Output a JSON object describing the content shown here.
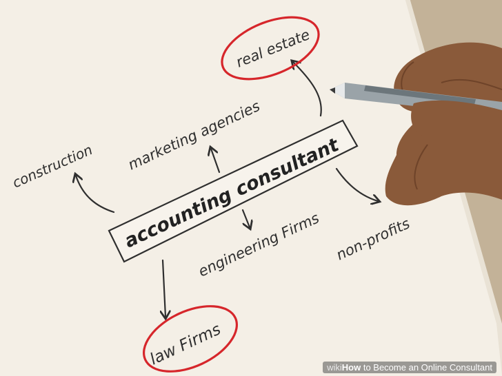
{
  "diagram": {
    "center_label": "accounting consultant",
    "branches": [
      {
        "id": "real-estate",
        "label": "real estate",
        "circled": true
      },
      {
        "id": "marketing-agencies",
        "label": "marketing agencies",
        "circled": false
      },
      {
        "id": "construction",
        "label": "construction",
        "circled": false
      },
      {
        "id": "engineering-firms",
        "label": "engineering Firms",
        "circled": false
      },
      {
        "id": "non-profits",
        "label": "non-profits",
        "circled": false
      },
      {
        "id": "law-firms",
        "label": "law Firms",
        "circled": true
      }
    ]
  },
  "watermark": {
    "prefix": "wiki",
    "bold": "How",
    "suffix": " to Become an Online Consultant"
  },
  "colors": {
    "background": "#c9b9a0",
    "paper": "#f4efe6",
    "ink": "#2f2f2f",
    "circle": "#d6262b",
    "skin": "#8a5a3a",
    "pen": "#9aa3a8"
  },
  "icons": {
    "hand": "hand-icon",
    "pen": "pen-icon"
  }
}
